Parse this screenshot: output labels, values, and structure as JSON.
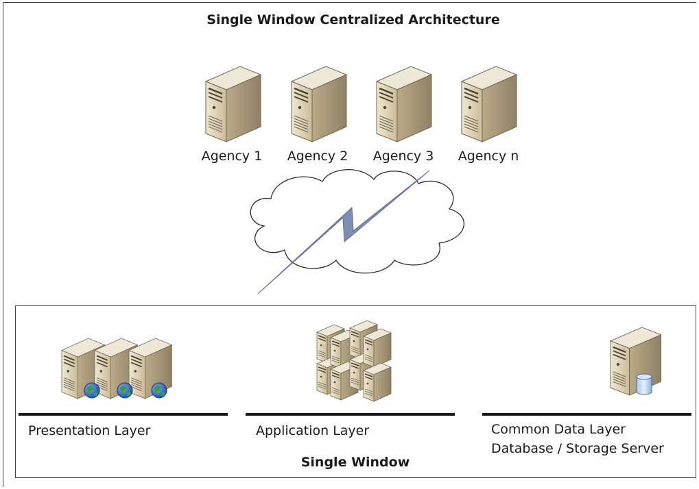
{
  "title": "Single Window Centralized Architecture",
  "agencies": [
    {
      "label": "Agency 1",
      "icon": "server-tower-icon"
    },
    {
      "label": "Agency 2",
      "icon": "server-tower-icon"
    },
    {
      "label": "Agency 3",
      "icon": "server-tower-icon"
    },
    {
      "label": "Agency n",
      "icon": "server-tower-icon"
    }
  ],
  "network": {
    "icon": "cloud-icon",
    "link_icon": "lightning-bolt-icon"
  },
  "single_window": {
    "label": "Single Window",
    "layers": {
      "presentation": {
        "label": "Presentation Layer",
        "icon": "web-servers-globe-icon"
      },
      "application": {
        "label": "Application Layer",
        "icon": "server-cluster-icon"
      },
      "data": {
        "label": "Common Data Layer",
        "sublabel": "Database / Storage Server",
        "icon": "database-server-icon"
      }
    }
  },
  "colors": {
    "server_face": "#d9cdb0",
    "server_side": "#a8997a",
    "server_top": "#ece3cf",
    "bolt": "#6f82a6",
    "line": "#1a1a1a"
  }
}
